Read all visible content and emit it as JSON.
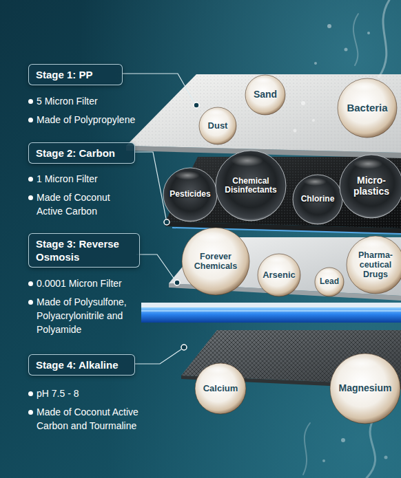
{
  "diagram": {
    "nodes": [
      {
        "text": [
          "Stage 1: PP"
        ]
      },
      {
        "text": [
          "Sand"
        ]
      },
      {
        "text": [
          "Dust"
        ]
      },
      {
        "text": [
          "Bacteria"
        ]
      },
      {
        "text": [
          "Stage 2: Carbon"
        ]
      },
      {
        "text": [
          "Pesticides"
        ]
      },
      {
        "text": [
          "Chemical Disinfectants"
        ]
      },
      {
        "text": [
          "Chlorine"
        ]
      },
      {
        "text": [
          "Micro- plastics"
        ]
      },
      {
        "text": [
          "Stage 3: Reverse Osmosis"
        ]
      },
      {
        "text": [
          "Forever Chemicals"
        ]
      },
      {
        "text": [
          "Arsenic"
        ]
      },
      {
        "text": [
          "Lead"
        ]
      },
      {
        "text": [
          "Pharma- ceutical Drugs"
        ]
      },
      {
        "text": [
          "Stage 4: Alkaline"
        ]
      },
      {
        "text": [
          "Calcium"
        ]
      },
      {
        "text": [
          "Magnesium"
        ]
      }
    ],
    "labels": [
      "5 Micron Filter",
      "Made of Polypropylene",
      "1 Micron Filter",
      "Made of Coconut Active Carbon",
      "0.0001 Micron Filter",
      "Made of Polysulfone, Polyacrylonitrile and Polyamide",
      "pH 7.5 - 8",
      "Made of Coconut Active Carbon and Tourmaline"
    ]
  }
}
